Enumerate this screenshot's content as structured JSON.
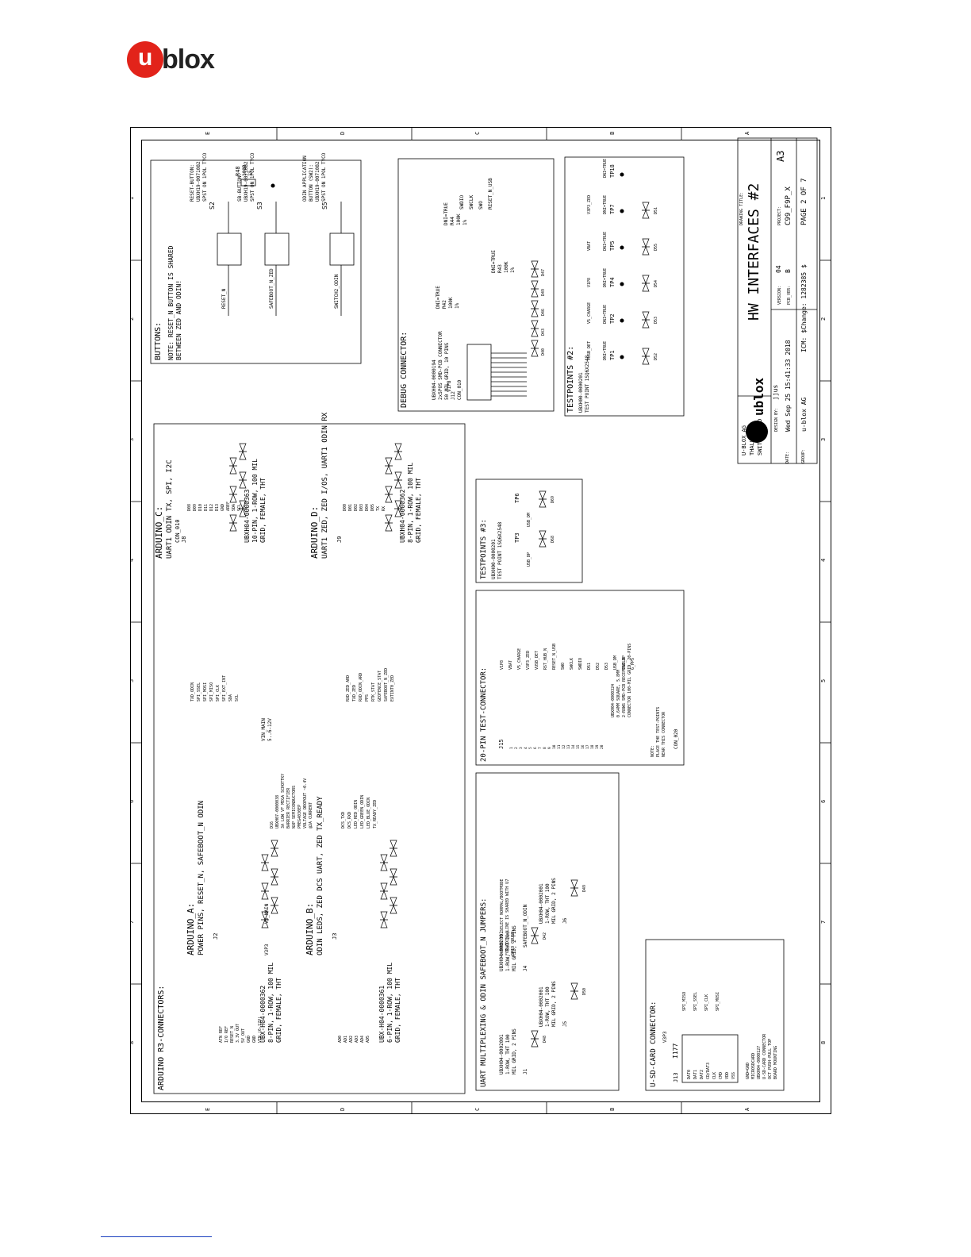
{
  "brand": {
    "logo_text": "ublox",
    "color": "#e2231a"
  },
  "frame": {
    "row_letters": [
      "E",
      "D",
      "C",
      "B",
      "A"
    ],
    "col_numbers": [
      "1",
      "2",
      "3",
      "4",
      "5",
      "6",
      "7",
      "8"
    ]
  },
  "buttons": {
    "title": "BUTTONS:",
    "note": [
      "NOTE: RESET_N BUTTON IS SHARED",
      "BETWEEN ZED AND ODIN!"
    ],
    "s2": {
      "ref": "S2",
      "desc": [
        "RESET-BUTTON:",
        "UBXH19-0071082",
        "SPST ON 1POL TYCO"
      ],
      "net": "RESET_N"
    },
    "s3": {
      "ref": "S3",
      "desc": [
        "SB-BUTTON:",
        "UBXH19-0071082",
        "SPST ON 1POL TYCO"
      ],
      "net": "SAFEBOOT_N_ZED"
    },
    "s5": {
      "ref": "S5",
      "desc": [
        "ODIN APPLICATION",
        "BUTTON (SW2):",
        "UBXH19-0071082",
        "SPST ON 1POL TYCO"
      ],
      "net": "SWITCH2_ODIN"
    },
    "r48": {
      "ref": "R48",
      "value": "100R",
      "tol": "1%"
    }
  },
  "debug": {
    "title": "DEBUG CONNECTOR:",
    "conn": [
      "UBXH04-0000194",
      "2x5POS SMD-PCB CONNECTOR",
      "50 MIL GRID, 10 PINS",
      "J12",
      "CON_010"
    ],
    "r42": [
      "DNI=TRUE",
      "R42",
      "100K",
      "1%"
    ],
    "r44": [
      "DNI=TRUE",
      "R44",
      "100K",
      "1%"
    ],
    "r43": [
      "DNI=TRUE",
      "R43",
      "100K",
      "1%"
    ],
    "nets": [
      "SWDIO",
      "SWCLK",
      "SWO",
      "RESET_N_USB"
    ],
    "rail": "V1P8",
    "diodes": [
      "D40",
      "D43",
      "D46",
      "D49",
      "D47"
    ]
  },
  "testpoints2": {
    "title": "TESTPOINTS #2:",
    "part": [
      "UBXH00-0000201",
      "TEST POINT 1SQ6X2548"
    ],
    "points": [
      {
        "ref": "TP1",
        "net": "VUSB_DET",
        "diode": "D52"
      },
      {
        "ref": "TP2",
        "net": "V5_CHARGE",
        "diode": "D53"
      },
      {
        "ref": "TP4",
        "net": "V1P8",
        "diode": "D54"
      },
      {
        "ref": "TP5",
        "net": "VBAT",
        "diode": "D55"
      },
      {
        "ref": "TP7",
        "net": "V3P3_ZED",
        "diode": "D51"
      },
      {
        "ref": "TP18",
        "net": "",
        "diode": ""
      }
    ],
    "dni": "DNI=TRUE"
  },
  "titleblock": {
    "drawing_title_label": "DRAWING TITLE:",
    "drawing_title": "HW INTERFACES #2",
    "company": [
      "U-BLOX AG",
      "THALWIL",
      "SWITZERLAND"
    ],
    "size": "A3",
    "project_label": "PROJECT:",
    "project": "C99_F9P_X",
    "version_label": "VERSION:",
    "version": "04",
    "pcb_label": "PCB_VER:",
    "pcb": "B",
    "page": "PAGE 2 OF 7",
    "icm": "ICM: $Change: 1282385 $",
    "design_by_label": "DESIGN BY:",
    "design_by": "jjus",
    "date_label": "DATE:",
    "date": "Wed Sep 25 15:41:33 2018",
    "group_label": "GROUP:",
    "group": "u-blox AG"
  },
  "testpoints3": {
    "title": "TESTPOINTS #3:",
    "part": [
      "UBXH00-0000201",
      "TEST POINT 1SQ6X2548"
    ],
    "points": [
      {
        "ref": "TP3",
        "net": "USB_DP",
        "diode": "D68"
      },
      {
        "ref": "TP6",
        "net": "USB_DM",
        "diode": "D69"
      }
    ]
  },
  "test20": {
    "title": "20-PIN TEST-CONNECTOR:",
    "ref": "J15",
    "pins": [
      "1",
      "2",
      "3",
      "4",
      "5",
      "6",
      "7",
      "8",
      "9",
      "10",
      "11",
      "12",
      "13",
      "14",
      "15",
      "16",
      "17",
      "18",
      "19",
      "20"
    ],
    "nets": [
      "V1P8",
      "VBAT",
      "V5_CHARGE",
      "V3P3_ZED",
      "VUSB_DET",
      "RST_HUB_N",
      "RESET_N_USB",
      "SWO",
      "SWCLK",
      "SWDIO",
      "D51",
      "D52",
      "D53",
      "USB_DM",
      "USB_DP",
      "G_PPS"
    ],
    "conn": [
      "UBXH04-0000324",
      "0.64MM SQUARE, 5.8MM",
      "2-ROWS SMD-PCB RECEPTACLE",
      "CONNECTOR 100-MIL GRID, 20-PINS"
    ],
    "note": [
      "NOTE:",
      "PLACE THE TEST-POINTS",
      "NEAR THIS CONNECTOR"
    ],
    "con": "CON_020"
  },
  "arduino": {
    "title": "ARDUINO R3-CONNECTORS:",
    "a": {
      "label": "ARDUINO_A:",
      "sub": "POWER PINS, RESET_N, SAFEBOOT_N ODIN",
      "ref": "J2",
      "pins": [
        "ATN REF",
        "I/O REF",
        "RESET_N",
        "3.3V OUT",
        "5V_OUT",
        "GND",
        "GND",
        "VIN (6-12V)"
      ],
      "part": [
        "UBX-H04-0000362",
        "8-PIN, 1-ROW, 100 MIL",
        "GRID, FEMALE, THT"
      ]
    },
    "b": {
      "label": "ARDUINO_B:",
      "sub": "ODIN LEDS, ZED DCS UART, ZED TX_READY",
      "ref": "J3",
      "pins": [
        "AD0",
        "AD1",
        "AD2",
        "AD3",
        "AD4",
        "AD5"
      ],
      "part": [
        "UBX-H04-0000361",
        "6-PIN, 1-ROW, 100 MIL",
        "GRID, FEMALE, THT"
      ],
      "nets": [
        "DCS_TXD",
        "DCS_RXD",
        "LED_RED_ODIN",
        "LED_GREEN_ODIN",
        "LED_BLUE_ODIN",
        "TX_READY_ZED"
      ]
    },
    "c": {
      "label": "ARDUINO_C:",
      "sub": "UART1 ODIN TX, SPI, I2C",
      "ref": "J8",
      "con": "CON_010",
      "pins": [
        "D08",
        "D09",
        "D10",
        "D11",
        "D12",
        "D13",
        "GND",
        "AREF",
        "SDA",
        "SCL"
      ],
      "nets": [
        "TXD_ODIN",
        "SPI_SSEL",
        "SPI_MOSI",
        "SPI_MISO",
        "SPI_CLK",
        "SPI_EXT_INT",
        "SDA",
        "SCL"
      ],
      "part": [
        "UBXH04-0000363",
        "10-PIN, 1-ROW, 100 MIL",
        "GRID, FEMALE, THT"
      ]
    },
    "d": {
      "label": "ARDUINO_D:",
      "sub": "UART1 ZED, ZED I/OS, UART1 ODIN RX",
      "ref": "J9",
      "pins": [
        "D00",
        "D01",
        "D02",
        "D03",
        "D04",
        "D05",
        "TX",
        "RX"
      ],
      "nets": [
        "RXD_ZED_ARD",
        "TXD_ZED",
        "RXD_ODIN_ARD",
        "PPS",
        "RTK_STAT",
        "GEOFENCE_STAT",
        "SAFEBOOT_N_ZED",
        "EXTINT0_ZED"
      ],
      "part": [
        "UBXH04-0000362",
        "8-PIN, 1-ROW, 100 MIL",
        "GRID, FEMALE, THT"
      ]
    },
    "d16": [
      "D16",
      "UBXH07-0000038",
      "3A LOW VF MEGA SCHOTTKY",
      "BARRIER RECTIFIER",
      "NXP SEMICONDUCTORS",
      "PMEG4030EP",
      "VOLTAGE DROPOUT ~0.4V",
      "@2A CURRENT"
    ],
    "vin": [
      "VIN_MAIN",
      "5..6-12V"
    ],
    "rails": [
      "V3P3",
      "V5_MAIN"
    ]
  },
  "uart": {
    "title": "UART MULTIPLEXING & ODIN SAFEBOOT_N JUMPERS:",
    "jumpers": [
      {
        "ref": "J1",
        "part": [
          "UBXH04-0002001",
          "1-ROW, THT 100",
          "MIL GRID, 2 PINS"
        ],
        "diode": "D48"
      },
      {
        "ref": "J4",
        "part": [
          "UBXH04-0002001",
          "1-ROW, THT 100",
          "MIL GRID, 2 PINS"
        ],
        "diode": "D42"
      },
      {
        "ref": "J5",
        "part": [
          "UBXH04-0002001",
          "1-ROW, THT 100",
          "MIL GRID, 2 PINS"
        ],
        "diode": "D50"
      },
      {
        "ref": "J6",
        "part": [
          "UBXH04-0002001",
          "1-ROW, THT 100",
          "MIL GRID, 2 PINS"
        ],
        "diode": "D49"
      }
    ],
    "note": [
      "JUMPER TO SELECT NORMAL/BOOTMODE",
      "FOR ODIN. LINE IS SHARED WITH U7",
      "GPIO C8USB."
    ],
    "net": "SAFEBOOT_N_ODIN"
  },
  "usd": {
    "title": "U-SD-CARD CONNECTOR:",
    "ref": "J13",
    "part_id": "I177",
    "pins": [
      "DAT0",
      "DAT1",
      "DAT2",
      "CD/DAT3",
      "CLK",
      "CMD",
      "VDD",
      "VSS"
    ],
    "nets": [
      "SPI_MISO",
      "SPI_SSEL",
      "SPI_CLK",
      "SPI_MOSI"
    ],
    "part": [
      "GND=GND",
      "MICROSDCARD",
      "UBXH04-0000127",
      "U-SD-CARD CONNECTOR",
      "OCT PUSH-PULL TOP",
      "BOARD MOUNTING"
    ],
    "rail": "V3P3"
  }
}
